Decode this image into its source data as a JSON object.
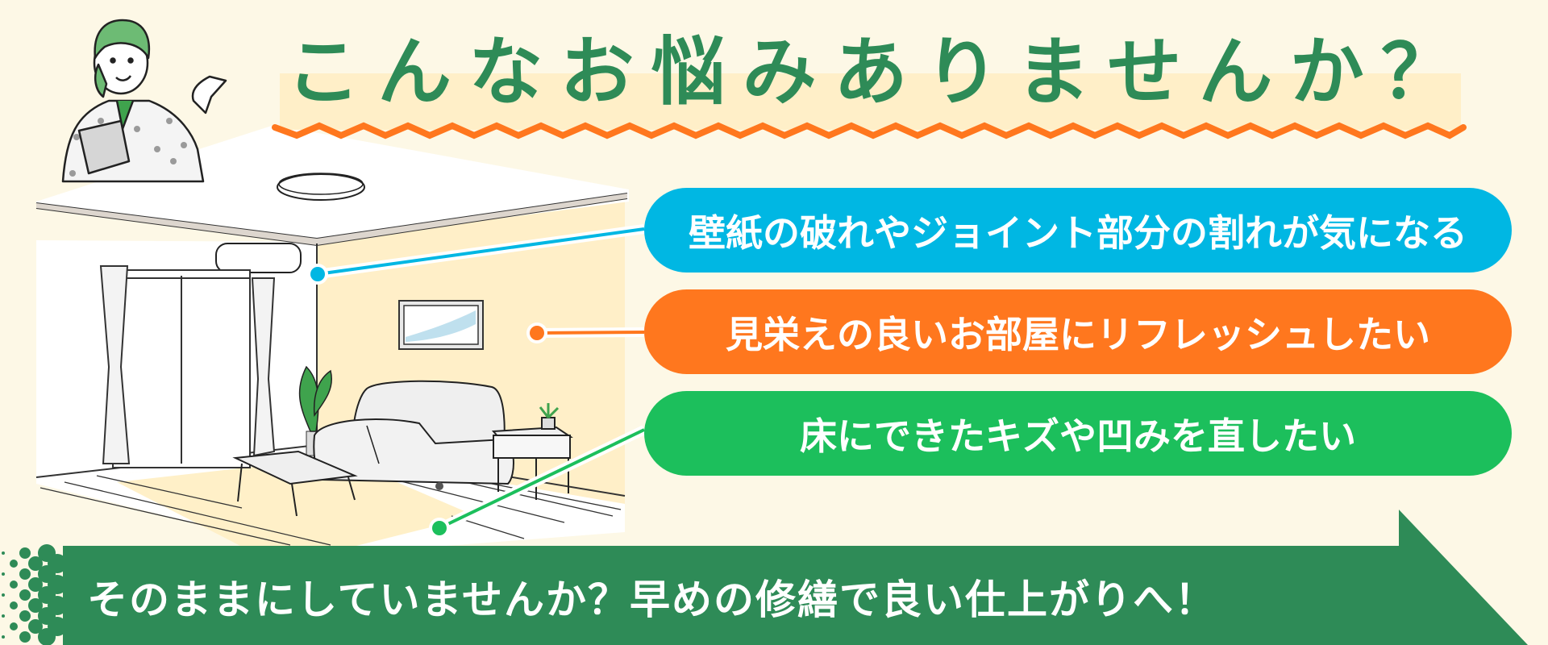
{
  "headline": {
    "text": "こんなお悩みありませんか？",
    "chars": [
      "こ",
      "ん",
      "な",
      "お",
      "悩",
      "み",
      "あ",
      "り",
      "ま",
      "せ",
      "ん",
      "か",
      "？"
    ],
    "color": "#2E8B57",
    "highlight_color": "#FFEFC8",
    "zigzag_color": "#FF771E"
  },
  "concerns": [
    {
      "label": "壁紙の破れやジョイント部分の割れが気になる",
      "color": "#00B7E3",
      "target": "wall-corner"
    },
    {
      "label": "見栄えの良いお部屋にリフレッシュしたい",
      "color": "#FF771E",
      "target": "wall"
    },
    {
      "label": "床にできたキズや凹みを直したい",
      "color": "#1CBF5C",
      "target": "floor"
    }
  ],
  "banner": {
    "text": "そのままにしていませんか？早めの修繕で良い仕上がりへ！",
    "color": "#2E8B57"
  },
  "colors": {
    "background": "#FDF8E6",
    "accent_wall": "#FFEFC8",
    "ceiling": "#FFFFFF"
  },
  "illustration": {
    "character": "woman-in-work-uniform-gesturing",
    "room": "living-room-with-sofa-table-window"
  }
}
